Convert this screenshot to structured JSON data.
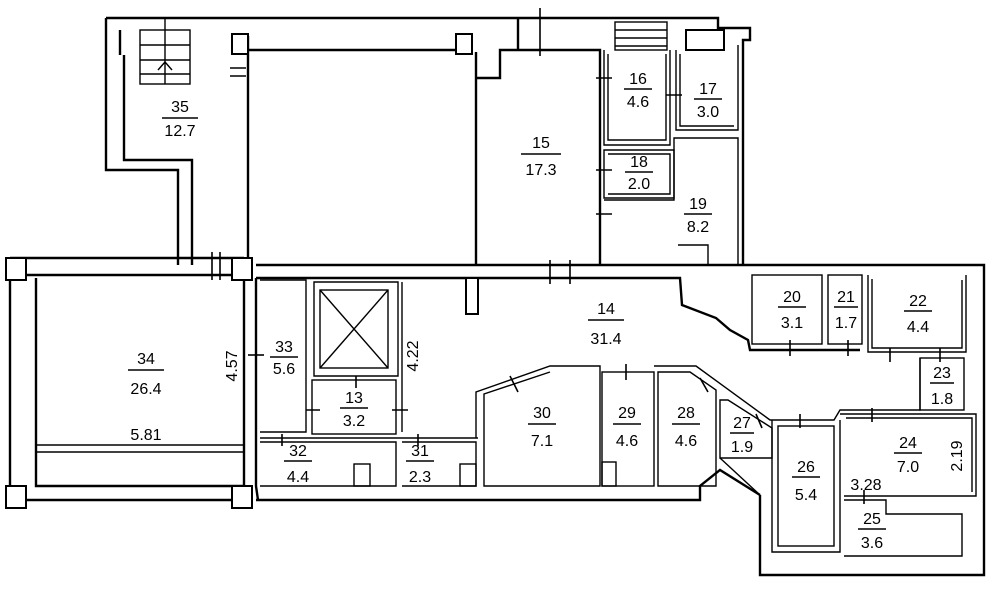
{
  "rooms": [
    {
      "id": "r35",
      "num": "35",
      "area": "12.7"
    },
    {
      "id": "r15",
      "num": "15",
      "area": "17.3"
    },
    {
      "id": "r16",
      "num": "16",
      "area": "4.6"
    },
    {
      "id": "r17",
      "num": "17",
      "area": "3.0"
    },
    {
      "id": "r18",
      "num": "18",
      "area": "2.0"
    },
    {
      "id": "r19",
      "num": "19",
      "area": "8.2"
    },
    {
      "id": "r14",
      "num": "14",
      "area": "31.4"
    },
    {
      "id": "r20",
      "num": "20",
      "area": "3.1"
    },
    {
      "id": "r21",
      "num": "21",
      "area": "1.7"
    },
    {
      "id": "r22",
      "num": "22",
      "area": "4.4"
    },
    {
      "id": "r23",
      "num": "23",
      "area": "1.8"
    },
    {
      "id": "r34",
      "num": "34",
      "area": "26.4"
    },
    {
      "id": "r33",
      "num": "33",
      "area": "5.6"
    },
    {
      "id": "r13",
      "num": "13",
      "area": "3.2"
    },
    {
      "id": "r30",
      "num": "30",
      "area": "7.1"
    },
    {
      "id": "r29",
      "num": "29",
      "area": "4.6"
    },
    {
      "id": "r28",
      "num": "28",
      "area": "4.6"
    },
    {
      "id": "r27",
      "num": "27",
      "area": "1.9"
    },
    {
      "id": "r24",
      "num": "24",
      "area": "7.0"
    },
    {
      "id": "r32",
      "num": "32",
      "area": "4.4"
    },
    {
      "id": "r31",
      "num": "31",
      "area": "2.3"
    },
    {
      "id": "r26",
      "num": "26",
      "area": "5.4"
    },
    {
      "id": "r25",
      "num": "25",
      "area": "3.6"
    }
  ],
  "dimensions": [
    {
      "id": "d457",
      "text": "4.57"
    },
    {
      "id": "d422",
      "text": "4.22"
    },
    {
      "id": "d581",
      "text": "5.81"
    },
    {
      "id": "d219",
      "text": "2.19"
    },
    {
      "id": "d328",
      "text": "3.28"
    }
  ],
  "colors": {
    "line": "#000000",
    "background": "#ffffff"
  }
}
